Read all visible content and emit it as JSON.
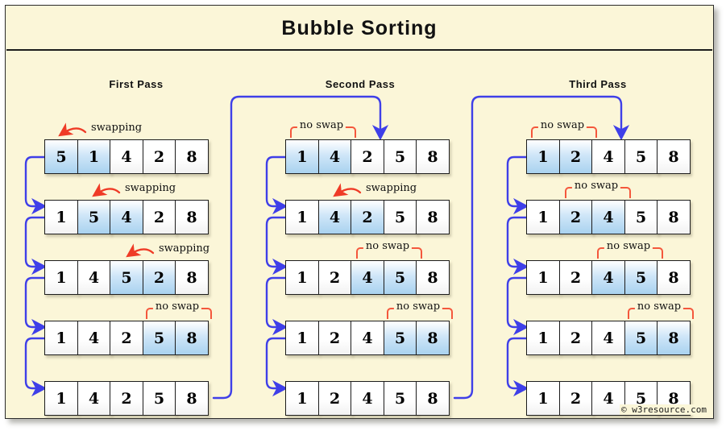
{
  "title": "Bubble  Sorting",
  "watermark": "© w3resource.com",
  "labels": {
    "swapping": "swapping",
    "no_swap": "no swap"
  },
  "colors": {
    "background": "#fbf6d8",
    "border": "#2b2b2b",
    "cell_highlight": "#a9d2ef",
    "connector_arrow": "#3f3fe8",
    "annotation_red": "#f4573c",
    "text": "#111111"
  },
  "passes": [
    {
      "label": "First  Pass",
      "rows": [
        {
          "values": [
            "5",
            "1",
            "4",
            "2",
            "8"
          ],
          "highlight": [
            0,
            1
          ],
          "note": "swapping",
          "note_index": 0
        },
        {
          "values": [
            "1",
            "5",
            "4",
            "2",
            "8"
          ],
          "highlight": [
            1,
            2
          ],
          "note": "swapping",
          "note_index": 1
        },
        {
          "values": [
            "1",
            "4",
            "5",
            "2",
            "8"
          ],
          "highlight": [
            2,
            3
          ],
          "note": "swapping",
          "note_index": 2
        },
        {
          "values": [
            "1",
            "4",
            "2",
            "5",
            "8"
          ],
          "highlight": [
            3,
            4
          ],
          "note": "no swap",
          "note_index": 3
        },
        {
          "values": [
            "1",
            "4",
            "2",
            "5",
            "8"
          ],
          "highlight": [],
          "note": "",
          "note_index": -1
        }
      ]
    },
    {
      "label": "Second  Pass",
      "rows": [
        {
          "values": [
            "1",
            "4",
            "2",
            "5",
            "8"
          ],
          "highlight": [
            0,
            1
          ],
          "note": "no swap",
          "note_index": 0
        },
        {
          "values": [
            "1",
            "4",
            "2",
            "5",
            "8"
          ],
          "highlight": [
            1,
            2
          ],
          "note": "swapping",
          "note_index": 1
        },
        {
          "values": [
            "1",
            "2",
            "4",
            "5",
            "8"
          ],
          "highlight": [
            2,
            3
          ],
          "note": "no swap",
          "note_index": 2
        },
        {
          "values": [
            "1",
            "2",
            "4",
            "5",
            "8"
          ],
          "highlight": [
            3,
            4
          ],
          "note": "no swap",
          "note_index": 3
        },
        {
          "values": [
            "1",
            "2",
            "4",
            "5",
            "8"
          ],
          "highlight": [],
          "note": "",
          "note_index": -1
        }
      ]
    },
    {
      "label": "Third  Pass",
      "rows": [
        {
          "values": [
            "1",
            "2",
            "4",
            "5",
            "8"
          ],
          "highlight": [
            0,
            1
          ],
          "note": "no swap",
          "note_index": 0
        },
        {
          "values": [
            "1",
            "2",
            "4",
            "5",
            "8"
          ],
          "highlight": [
            1,
            2
          ],
          "note": "no swap",
          "note_index": 1
        },
        {
          "values": [
            "1",
            "2",
            "4",
            "5",
            "8"
          ],
          "highlight": [
            2,
            3
          ],
          "note": "no swap",
          "note_index": 2
        },
        {
          "values": [
            "1",
            "2",
            "4",
            "5",
            "8"
          ],
          "highlight": [
            3,
            4
          ],
          "note": "no swap",
          "note_index": 3
        },
        {
          "values": [
            "1",
            "2",
            "4",
            "5",
            "8"
          ],
          "highlight": [],
          "note": "",
          "note_index": -1
        }
      ]
    }
  ]
}
